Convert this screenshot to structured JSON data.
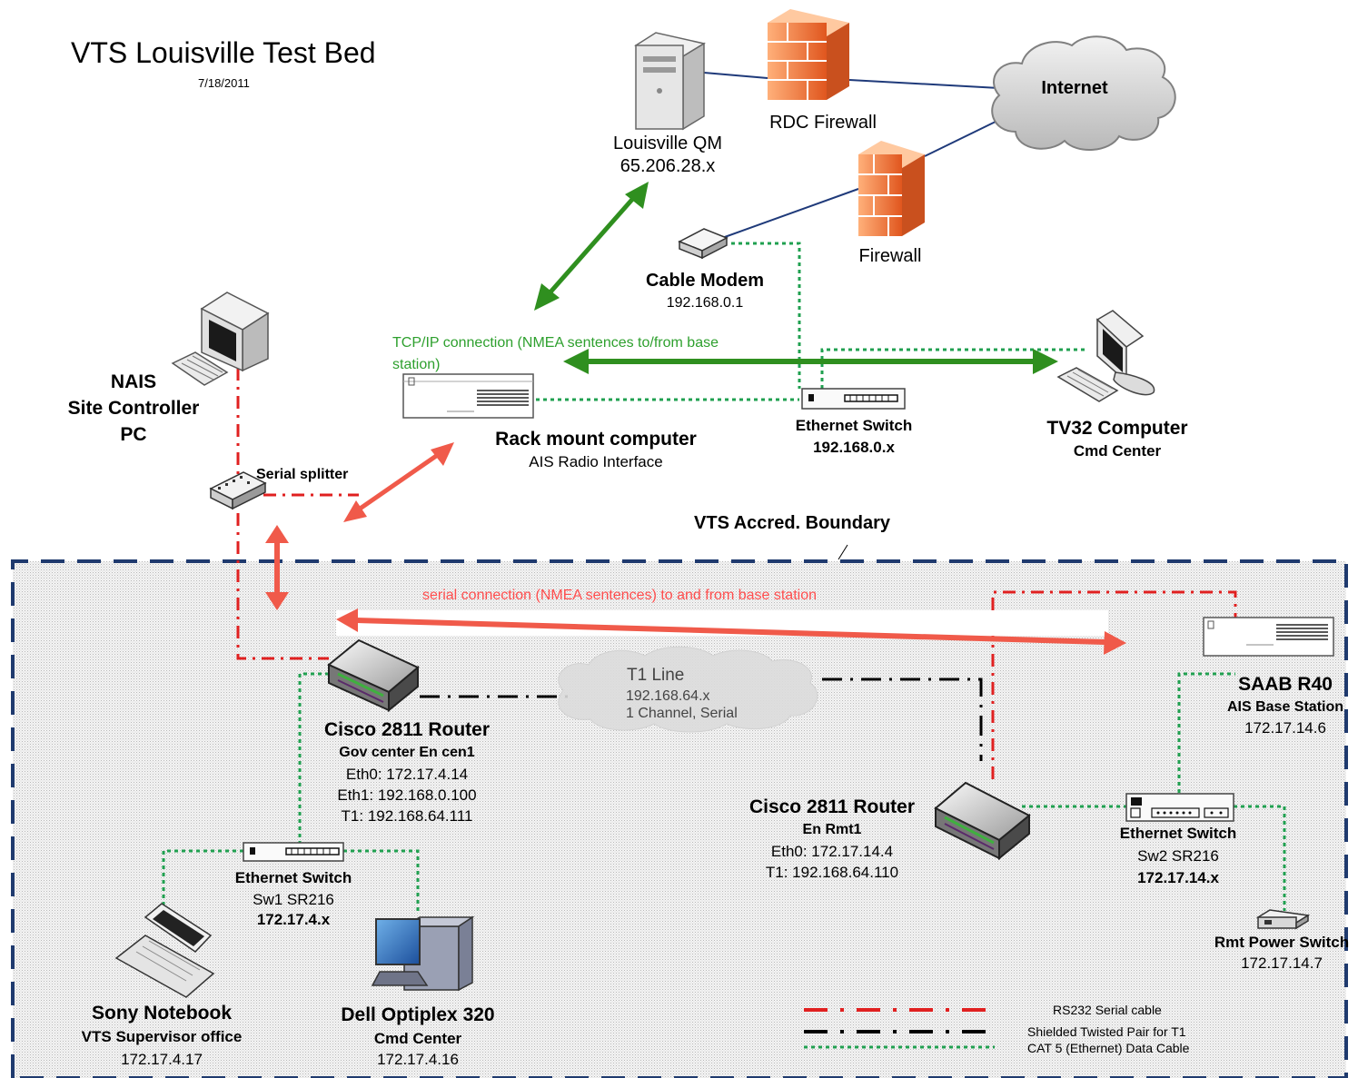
{
  "title": "VTS Louisville Test Bed",
  "date": "7/18/2011",
  "boundary_label": "VTS Accred. Boundary",
  "colors": {
    "serial_cable": "#e02020",
    "t1_cable": "#000000",
    "ethernet_cable": "#20a050",
    "tcp_arrow": "#2f8f1f",
    "serial_arrow": "#f05a4a",
    "wan_link": "#1f3a7a",
    "boundary": "#1f3a6e",
    "firewall": "#f47a3a"
  },
  "nodes": {
    "louisville_qm": {
      "icon": "server-icon",
      "name": "Louisville QM",
      "ip": "65.206.28.x"
    },
    "rdc_firewall": {
      "icon": "firewall-icon",
      "name": "RDC Firewall"
    },
    "internet": {
      "icon": "cloud-icon",
      "name": "Internet"
    },
    "firewall": {
      "icon": "firewall-icon",
      "name": "Firewall"
    },
    "cable_modem": {
      "icon": "modem-icon",
      "name": "Cable Modem",
      "ip": "192.168.0.1"
    },
    "nais_pc": {
      "icon": "desktop-computer-icon",
      "line1": "NAIS",
      "line2": "Site Controller",
      "line3": "PC"
    },
    "serial_splitter": {
      "icon": "splitter-icon",
      "name": "Serial splitter"
    },
    "rack_computer": {
      "icon": "rack-computer-icon",
      "name": "Rack mount computer",
      "sub": "AIS Radio Interface"
    },
    "eth_switch_top": {
      "icon": "switch-icon",
      "name": "Ethernet Switch",
      "ip": "192.168.0.x"
    },
    "tv32": {
      "icon": "desktop-computer-icon",
      "name": "TV32 Computer",
      "sub": "Cmd Center"
    },
    "router_gov": {
      "icon": "router-icon",
      "name": "Cisco 2811 Router",
      "sub": "Gov center En cen1",
      "eth0": "Eth0: 172.17.4.14",
      "eth1": "Eth1: 192.168.0.100",
      "t1": "T1: 192.168.64.111"
    },
    "t1_line": {
      "icon": "cloud-icon",
      "name": "T1 Line",
      "ip": "192.168.64.x",
      "sub": "1 Channel, Serial"
    },
    "router_rmt": {
      "icon": "router-icon",
      "name": "Cisco 2811 Router",
      "sub": "En Rmt1",
      "eth0": "Eth0: 172.17.14.4",
      "t1": "T1: 192.168.64.110"
    },
    "saab": {
      "icon": "rack-computer-icon",
      "name": "SAAB R40",
      "sub": "AIS Base Station",
      "ip": "172.17.14.6"
    },
    "switch_sw1": {
      "icon": "switch-icon",
      "name": "Ethernet Switch",
      "sub": "Sw1 SR216",
      "ip": "172.17.4.x"
    },
    "switch_sw2": {
      "icon": "switch-icon",
      "name": "Ethernet Switch",
      "sub": "Sw2 SR216",
      "ip": "172.17.14.x"
    },
    "sony": {
      "icon": "laptop-icon",
      "name": "Sony Notebook",
      "sub": "VTS Supervisor office",
      "ip": "172.17.4.17"
    },
    "dell": {
      "icon": "tower-computer-icon",
      "name": "Dell Optiplex 320",
      "sub": "Cmd Center",
      "ip": "172.17.4.16"
    },
    "power_switch": {
      "icon": "power-switch-icon",
      "name": "Rmt Power Switch",
      "ip": "172.17.14.7"
    }
  },
  "connections": {
    "tcp_label": "TCP/IP connection (NMEA sentences to/from base station)",
    "serial_label": "serial connection (NMEA sentences) to and from base station"
  },
  "legend": [
    {
      "label": "RS232 Serial cable",
      "style": "serial"
    },
    {
      "label": "Shielded Twisted Pair for T1",
      "style": "t1"
    },
    {
      "label": "CAT 5 (Ethernet) Data Cable",
      "style": "ethernet"
    }
  ]
}
